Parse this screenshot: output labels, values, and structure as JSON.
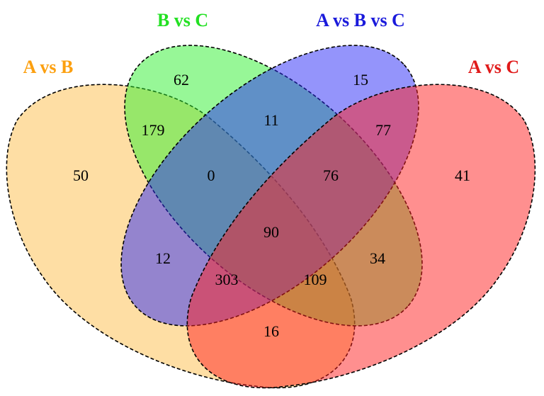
{
  "diagram": {
    "type": "venn",
    "sets": [
      {
        "key": "ab",
        "label": "A vs B",
        "color": "#FCA010",
        "fill": "#FDBE4A"
      },
      {
        "key": "bc",
        "label": "B vs C",
        "color": "#22E022",
        "fill": "#30F030"
      },
      {
        "key": "abc",
        "label": "A vs B vs C",
        "color": "#1A1ADB",
        "fill": "#2A2AF8"
      },
      {
        "key": "ac",
        "label": "A vs C",
        "color": "#E01A1A",
        "fill": "#FF2020"
      }
    ],
    "regions": [
      {
        "sets": [
          "ab"
        ],
        "count": "50"
      },
      {
        "sets": [
          "bc"
        ],
        "count": "62"
      },
      {
        "sets": [
          "abc"
        ],
        "count": "15"
      },
      {
        "sets": [
          "ac"
        ],
        "count": "41"
      },
      {
        "sets": [
          "ab",
          "bc"
        ],
        "count": "179"
      },
      {
        "sets": [
          "bc",
          "abc"
        ],
        "count": "11"
      },
      {
        "sets": [
          "abc",
          "ac"
        ],
        "count": "77"
      },
      {
        "sets": [
          "ab",
          "bc",
          "abc"
        ],
        "count": "0"
      },
      {
        "sets": [
          "bc",
          "abc",
          "ac"
        ],
        "count": "76"
      },
      {
        "sets": [
          "ab",
          "bc",
          "abc",
          "ac"
        ],
        "count": "90"
      },
      {
        "sets": [
          "ab",
          "abc"
        ],
        "count": "12"
      },
      {
        "sets": [
          "bc",
          "ac"
        ],
        "count": "34"
      },
      {
        "sets": [
          "ab",
          "abc",
          "ac"
        ],
        "count": "303"
      },
      {
        "sets": [
          "ab",
          "bc",
          "ac"
        ],
        "count": "109"
      },
      {
        "sets": [
          "ab",
          "ac"
        ],
        "count": "16"
      }
    ]
  }
}
